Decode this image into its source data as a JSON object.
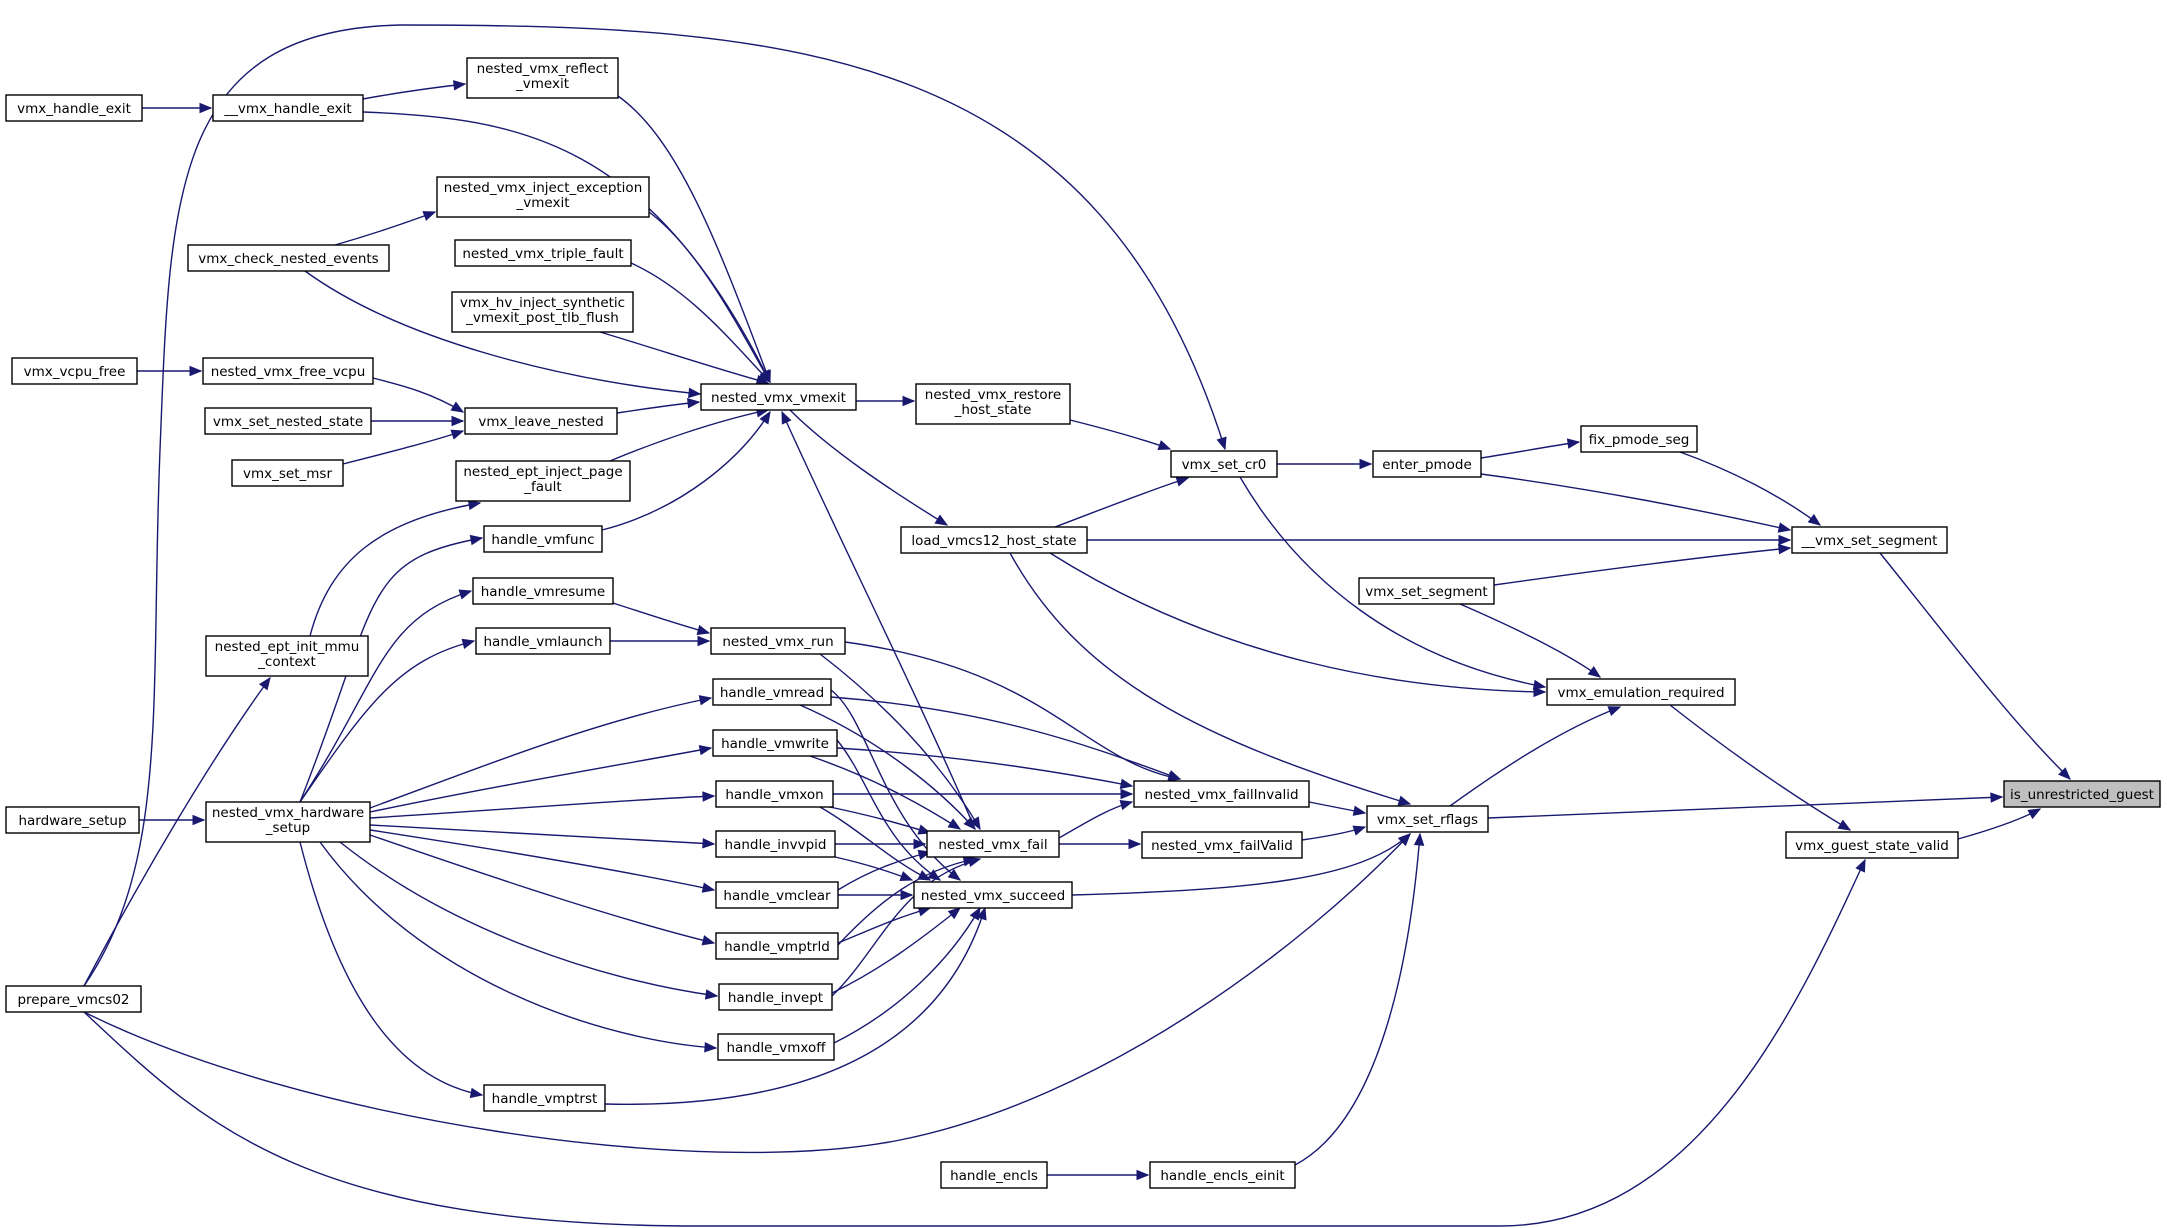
{
  "graph": {
    "colors": {
      "edge": "#191970",
      "node_border": "#000000",
      "node_fill": "#ffffff",
      "highlight_fill": "#bfbfbf"
    },
    "nodes": [
      {
        "id": "vmx_handle_exit",
        "lines": [
          "vmx_handle_exit"
        ]
      },
      {
        "id": "__vmx_handle_exit",
        "lines": [
          "__vmx_handle_exit"
        ]
      },
      {
        "id": "nested_vmx_reflect_vmexit",
        "lines": [
          "nested_vmx_reflect",
          "_vmexit"
        ]
      },
      {
        "id": "nested_vmx_inject_exception_vmexit",
        "lines": [
          "nested_vmx_inject_exception",
          "_vmexit"
        ]
      },
      {
        "id": "vmx_check_nested_events",
        "lines": [
          "vmx_check_nested_events"
        ]
      },
      {
        "id": "nested_vmx_triple_fault",
        "lines": [
          "nested_vmx_triple_fault"
        ]
      },
      {
        "id": "vmx_hv_inject_synthetic_vmexit_post_tlb_flush",
        "lines": [
          "vmx_hv_inject_synthetic",
          "_vmexit_post_tlb_flush"
        ]
      },
      {
        "id": "vmx_vcpu_free",
        "lines": [
          "vmx_vcpu_free"
        ]
      },
      {
        "id": "nested_vmx_free_vcpu",
        "lines": [
          "nested_vmx_free_vcpu"
        ]
      },
      {
        "id": "vmx_set_nested_state",
        "lines": [
          "vmx_set_nested_state"
        ]
      },
      {
        "id": "vmx_leave_nested",
        "lines": [
          "vmx_leave_nested"
        ]
      },
      {
        "id": "vmx_set_msr",
        "lines": [
          "vmx_set_msr"
        ]
      },
      {
        "id": "nested_ept_inject_page_fault",
        "lines": [
          "nested_ept_inject_page",
          "_fault"
        ]
      },
      {
        "id": "nested_vmx_vmexit",
        "lines": [
          "nested_vmx_vmexit"
        ]
      },
      {
        "id": "nested_vmx_restore_host_state",
        "lines": [
          "nested_vmx_restore",
          "_host_state"
        ]
      },
      {
        "id": "vmx_set_cr0",
        "lines": [
          "vmx_set_cr0"
        ]
      },
      {
        "id": "enter_pmode",
        "lines": [
          "enter_pmode"
        ]
      },
      {
        "id": "fix_pmode_seg",
        "lines": [
          "fix_pmode_seg"
        ]
      },
      {
        "id": "handle_vmfunc",
        "lines": [
          "handle_vmfunc"
        ]
      },
      {
        "id": "load_vmcs12_host_state",
        "lines": [
          "load_vmcs12_host_state"
        ]
      },
      {
        "id": "__vmx_set_segment",
        "lines": [
          "__vmx_set_segment"
        ]
      },
      {
        "id": "handle_vmresume",
        "lines": [
          "handle_vmresume"
        ]
      },
      {
        "id": "vmx_set_segment",
        "lines": [
          "vmx_set_segment"
        ]
      },
      {
        "id": "nested_ept_init_mmu_context",
        "lines": [
          "nested_ept_init_mmu",
          "_context"
        ]
      },
      {
        "id": "handle_vmlaunch",
        "lines": [
          "handle_vmlaunch"
        ]
      },
      {
        "id": "nested_vmx_run",
        "lines": [
          "nested_vmx_run"
        ]
      },
      {
        "id": "handle_vmread",
        "lines": [
          "handle_vmread"
        ]
      },
      {
        "id": "vmx_emulation_required",
        "lines": [
          "vmx_emulation_required"
        ]
      },
      {
        "id": "handle_vmwrite",
        "lines": [
          "handle_vmwrite"
        ]
      },
      {
        "id": "is_unrestricted_guest",
        "lines": [
          "is_unrestricted_guest"
        ],
        "highlight": true
      },
      {
        "id": "handle_vmxon",
        "lines": [
          "handle_vmxon"
        ]
      },
      {
        "id": "nested_vmx_failInvalid",
        "lines": [
          "nested_vmx_failInvalid"
        ]
      },
      {
        "id": "hardware_setup",
        "lines": [
          "hardware_setup"
        ]
      },
      {
        "id": "nested_vmx_hardware_setup",
        "lines": [
          "nested_vmx_hardware",
          "_setup"
        ]
      },
      {
        "id": "vmx_set_rflags",
        "lines": [
          "vmx_set_rflags"
        ]
      },
      {
        "id": "handle_invvpid",
        "lines": [
          "handle_invvpid"
        ]
      },
      {
        "id": "nested_vmx_fail",
        "lines": [
          "nested_vmx_fail"
        ]
      },
      {
        "id": "nested_vmx_failValid",
        "lines": [
          "nested_vmx_failValid"
        ]
      },
      {
        "id": "vmx_guest_state_valid",
        "lines": [
          "vmx_guest_state_valid"
        ]
      },
      {
        "id": "handle_vmclear",
        "lines": [
          "handle_vmclear"
        ]
      },
      {
        "id": "nested_vmx_succeed",
        "lines": [
          "nested_vmx_succeed"
        ]
      },
      {
        "id": "handle_vmptrld",
        "lines": [
          "handle_vmptrld"
        ]
      },
      {
        "id": "prepare_vmcs02",
        "lines": [
          "prepare_vmcs02"
        ]
      },
      {
        "id": "handle_invept",
        "lines": [
          "handle_invept"
        ]
      },
      {
        "id": "handle_vmxoff",
        "lines": [
          "handle_vmxoff"
        ]
      },
      {
        "id": "handle_vmptrst",
        "lines": [
          "handle_vmptrst"
        ]
      },
      {
        "id": "handle_encls",
        "lines": [
          "handle_encls"
        ]
      },
      {
        "id": "handle_encls_einit",
        "lines": [
          "handle_encls_einit"
        ]
      }
    ],
    "edges": [
      [
        "vmx_handle_exit",
        "__vmx_handle_exit"
      ],
      [
        "__vmx_handle_exit",
        "nested_vmx_reflect_vmexit"
      ],
      [
        "__vmx_handle_exit",
        "nested_vmx_vmexit"
      ],
      [
        "nested_vmx_reflect_vmexit",
        "nested_vmx_vmexit"
      ],
      [
        "vmx_check_nested_events",
        "nested_vmx_inject_exception_vmexit"
      ],
      [
        "vmx_check_nested_events",
        "nested_vmx_vmexit"
      ],
      [
        "nested_vmx_inject_exception_vmexit",
        "nested_vmx_vmexit"
      ],
      [
        "nested_vmx_triple_fault",
        "nested_vmx_vmexit"
      ],
      [
        "vmx_hv_inject_synthetic_vmexit_post_tlb_flush",
        "nested_vmx_vmexit"
      ],
      [
        "vmx_vcpu_free",
        "nested_vmx_free_vcpu"
      ],
      [
        "nested_vmx_free_vcpu",
        "vmx_leave_nested"
      ],
      [
        "vmx_set_nested_state",
        "vmx_leave_nested"
      ],
      [
        "vmx_set_msr",
        "vmx_leave_nested"
      ],
      [
        "vmx_leave_nested",
        "nested_vmx_vmexit"
      ],
      [
        "nested_ept_inject_page_fault",
        "nested_vmx_vmexit"
      ],
      [
        "handle_vmfunc",
        "nested_vmx_vmexit"
      ],
      [
        "nested_vmx_fail",
        "nested_vmx_vmexit"
      ],
      [
        "nested_vmx_vmexit",
        "nested_vmx_restore_host_state"
      ],
      [
        "nested_vmx_vmexit",
        "load_vmcs12_host_state"
      ],
      [
        "nested_vmx_restore_host_state",
        "vmx_set_cr0"
      ],
      [
        "load_vmcs12_host_state",
        "vmx_set_cr0"
      ],
      [
        "prepare_vmcs02",
        "vmx_set_cr0"
      ],
      [
        "vmx_set_cr0",
        "enter_pmode"
      ],
      [
        "enter_pmode",
        "fix_pmode_seg"
      ],
      [
        "fix_pmode_seg",
        "__vmx_set_segment"
      ],
      [
        "enter_pmode",
        "__vmx_set_segment"
      ],
      [
        "load_vmcs12_host_state",
        "__vmx_set_segment"
      ],
      [
        "vmx_set_segment",
        "__vmx_set_segment"
      ],
      [
        "__vmx_set_segment",
        "is_unrestricted_guest"
      ],
      [
        "vmx_set_cr0",
        "vmx_emulation_required"
      ],
      [
        "load_vmcs12_host_state",
        "vmx_emulation_required"
      ],
      [
        "vmx_set_segment",
        "vmx_emulation_required"
      ],
      [
        "vmx_set_rflags",
        "vmx_emulation_required"
      ],
      [
        "vmx_emulation_required",
        "vmx_guest_state_valid"
      ],
      [
        "vmx_set_rflags",
        "is_unrestricted_guest"
      ],
      [
        "vmx_guest_state_valid",
        "is_unrestricted_guest"
      ],
      [
        "load_vmcs12_host_state",
        "vmx_set_rflags"
      ],
      [
        "nested_vmx_failInvalid",
        "vmx_set_rflags"
      ],
      [
        "nested_vmx_failValid",
        "vmx_set_rflags"
      ],
      [
        "nested_vmx_succeed",
        "vmx_set_rflags"
      ],
      [
        "prepare_vmcs02",
        "vmx_set_rflags"
      ],
      [
        "handle_encls_einit",
        "vmx_set_rflags"
      ],
      [
        "prepare_vmcs02",
        "vmx_guest_state_valid"
      ],
      [
        "handle_encls",
        "handle_encls_einit"
      ],
      [
        "nested_vmx_fail",
        "nested_vmx_failInvalid"
      ],
      [
        "nested_vmx_fail",
        "nested_vmx_failValid"
      ],
      [
        "nested_vmx_run",
        "nested_vmx_failInvalid"
      ],
      [
        "handle_vmread",
        "nested_vmx_failInvalid"
      ],
      [
        "handle_vmwrite",
        "nested_vmx_failInvalid"
      ],
      [
        "handle_vmxon",
        "nested_vmx_failInvalid"
      ],
      [
        "nested_vmx_run",
        "nested_vmx_fail"
      ],
      [
        "handle_vmread",
        "nested_vmx_fail"
      ],
      [
        "handle_vmwrite",
        "nested_vmx_fail"
      ],
      [
        "handle_vmxon",
        "nested_vmx_fail"
      ],
      [
        "handle_invvpid",
        "nested_vmx_fail"
      ],
      [
        "handle_vmclear",
        "nested_vmx_fail"
      ],
      [
        "handle_vmptrld",
        "nested_vmx_fail"
      ],
      [
        "handle_invept",
        "nested_vmx_fail"
      ],
      [
        "handle_vmread",
        "nested_vmx_succeed"
      ],
      [
        "handle_vmwrite",
        "nested_vmx_succeed"
      ],
      [
        "handle_vmxon",
        "nested_vmx_succeed"
      ],
      [
        "handle_invvpid",
        "nested_vmx_succeed"
      ],
      [
        "handle_vmclear",
        "nested_vmx_succeed"
      ],
      [
        "handle_vmptrld",
        "nested_vmx_succeed"
      ],
      [
        "handle_invept",
        "nested_vmx_succeed"
      ],
      [
        "handle_vmxoff",
        "nested_vmx_succeed"
      ],
      [
        "handle_vmptrst",
        "nested_vmx_succeed"
      ],
      [
        "handle_vmresume",
        "nested_vmx_run"
      ],
      [
        "handle_vmlaunch",
        "nested_vmx_run"
      ],
      [
        "hardware_setup",
        "nested_vmx_hardware_setup"
      ],
      [
        "nested_vmx_hardware_setup",
        "handle_vmfunc"
      ],
      [
        "nested_vmx_hardware_setup",
        "handle_vmresume"
      ],
      [
        "nested_vmx_hardware_setup",
        "handle_vmlaunch"
      ],
      [
        "nested_vmx_hardware_setup",
        "handle_vmread"
      ],
      [
        "nested_vmx_hardware_setup",
        "handle_vmwrite"
      ],
      [
        "nested_vmx_hardware_setup",
        "handle_vmxon"
      ],
      [
        "nested_vmx_hardware_setup",
        "handle_invvpid"
      ],
      [
        "nested_vmx_hardware_setup",
        "handle_vmclear"
      ],
      [
        "nested_vmx_hardware_setup",
        "handle_vmptrld"
      ],
      [
        "nested_vmx_hardware_setup",
        "handle_invept"
      ],
      [
        "nested_vmx_hardware_setup",
        "handle_vmxoff"
      ],
      [
        "nested_vmx_hardware_setup",
        "handle_vmptrst"
      ],
      [
        "prepare_vmcs02",
        "nested_ept_init_mmu_context"
      ],
      [
        "nested_ept_init_mmu_context",
        "nested_ept_inject_page_fault"
      ]
    ]
  }
}
